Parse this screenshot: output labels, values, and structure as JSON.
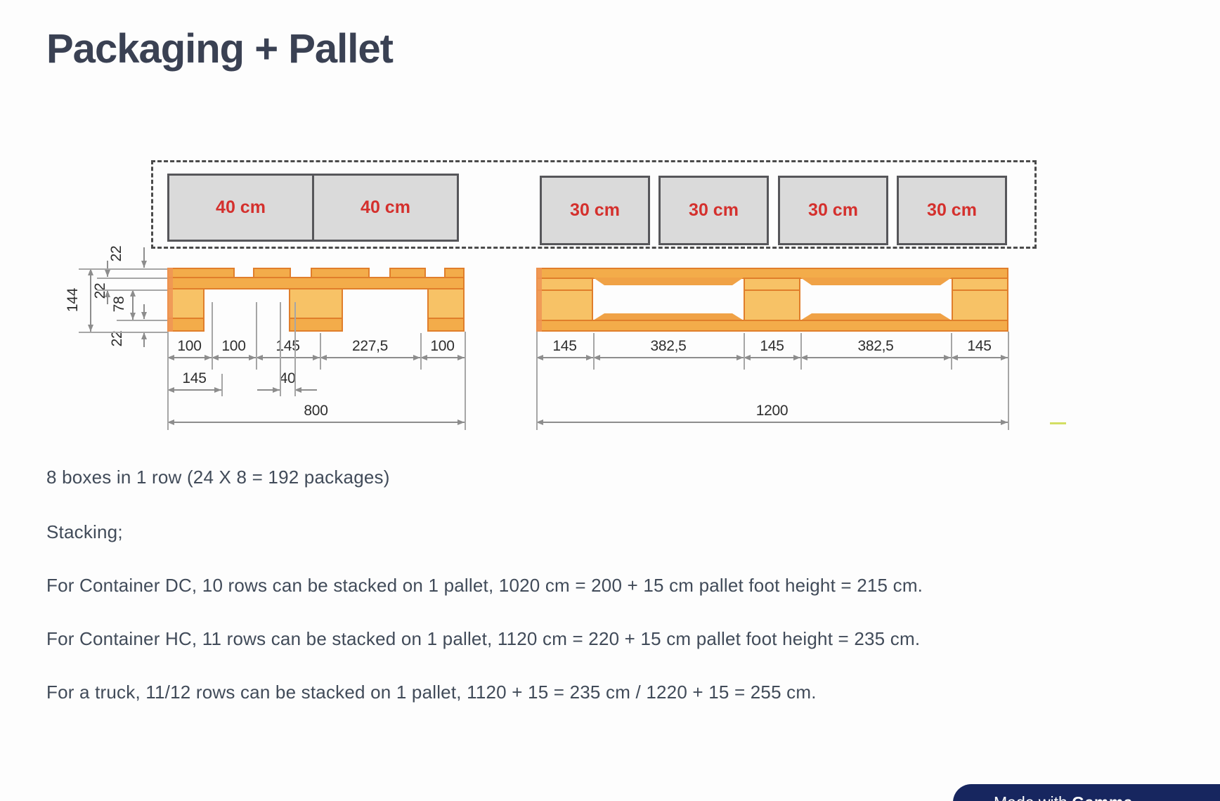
{
  "page": {
    "title": "Packaging + Pallet"
  },
  "diagram": {
    "boxes_row": {
      "left_boxes": [
        "40 cm",
        "40 cm"
      ],
      "right_boxes": [
        "30 cm",
        "30 cm",
        "30 cm",
        "30 cm"
      ],
      "label_color": "#d4302d"
    },
    "left_pallet": {
      "vertical_dims": {
        "top_board": "22",
        "stringer": "22",
        "block": "78",
        "bottom_board": "22",
        "total": "144"
      },
      "dims_row1": [
        "100",
        "100",
        "145",
        "227,5",
        "100"
      ],
      "dims_row2": [
        "145",
        "40"
      ],
      "total_width": "800"
    },
    "right_pallet": {
      "dims_row1": [
        "145",
        "382,5",
        "145",
        "382,5",
        "145"
      ],
      "total_width": "1200"
    },
    "colors": {
      "pallet_light": "#f7c266",
      "pallet_mid": "#f3ac4a",
      "pallet_dark": "#e07e2b",
      "box_fill": "#dadada"
    }
  },
  "content": {
    "paragraphs": [
      "8 boxes in 1 row (24 X 8 = 192 packages)",
      "Stacking;",
      "For Container DC, 10 rows can be stacked on 1 pallet, 1020 cm = 200 + 15 cm pallet foot height = 215 cm.",
      "For Container HC, 11 rows can be stacked on 1 pallet, 1120 cm = 220 + 15 cm pallet foot height = 235 cm.",
      "For a truck, 11/12 rows can be stacked on 1 pallet, 1120 + 15 = 235 cm / 1220 + 15 = 255 cm."
    ]
  },
  "badge": {
    "prefix": "Made with",
    "brand": "Gamma"
  }
}
